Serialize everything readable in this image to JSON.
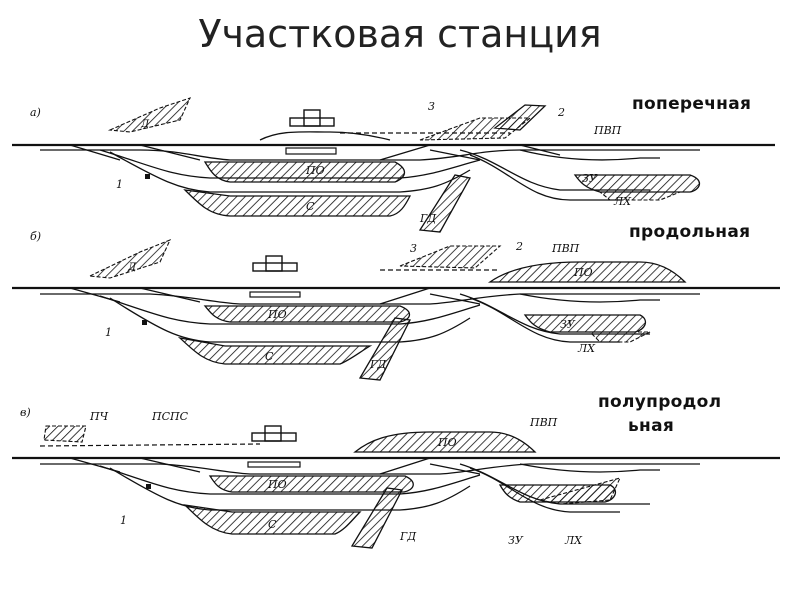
{
  "title": "Участковая станция",
  "schemes": [
    {
      "side_label": "поперечная",
      "letter": "а)",
      "labels": {
        "n1": "1",
        "gd": "ГД",
        "d": "Д",
        "po": "ПО",
        "s": "С",
        "n3": "3",
        "n2": "2",
        "pvp": "ПВП",
        "zu": "ЗУ",
        "lh": "ЛХ"
      }
    },
    {
      "side_label": "продольная",
      "letter": "б)",
      "labels": {
        "n1": "1",
        "gd": "ГД",
        "d": "Д",
        "po": "ПО",
        "s": "С",
        "n3": "3",
        "n2": "2",
        "pvp": "ПВП",
        "po2": "ПО",
        "zu": "ЗУ",
        "lh": "ЛХ"
      }
    },
    {
      "side_label_line1": "полупродол",
      "side_label_line2": "ьная",
      "letter": "в)",
      "labels": {
        "pch": "ПЧ",
        "psps": "ПСПС",
        "n1": "1",
        "gd": "ГД",
        "po": "ПО",
        "s": "С",
        "pvp": "ПВП",
        "po2": "ПО",
        "zu": "ЗУ",
        "lh": "ЛХ"
      }
    }
  ]
}
